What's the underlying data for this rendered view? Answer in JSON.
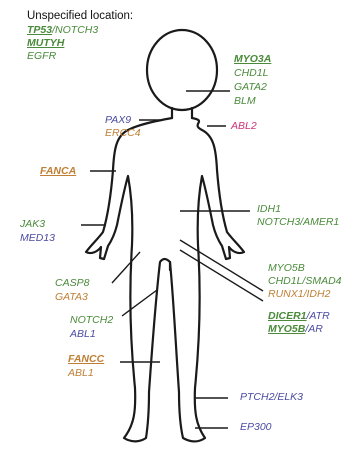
{
  "header": "Unspecified location:",
  "colors": {
    "green": "#4a8a3a",
    "blue": "#4a4aa2",
    "orange": "#bf7f34",
    "magenta": "#cc3377",
    "line": "#1a1a1a"
  },
  "labels": {
    "tp53": "TP53",
    "notch3_slash": "/NOTCH3",
    "mutyh": "MUTYH",
    "egfr": "EGFR",
    "myo3a": "MYO3A",
    "chd1l": "CHD1L",
    "gata2": "GATA2",
    "blm": "BLM",
    "pax9": "PAX9",
    "ercc4": "ERCC4",
    "abl2": "ABL2",
    "fanca": "FANCA",
    "idh1": "IDH1",
    "notch3_amer1": "NOTCH3/AMER1",
    "jak3": "JAK3",
    "med13": "MED13",
    "myo5b_1": "MYO5B",
    "chd1l_smad4": "CHD1L/SMAD4",
    "runx1_idh2": "RUNX1/IDH2",
    "casp8": "CASP8",
    "gata3": "GATA3",
    "notch2": "NOTCH2",
    "abl1_1": "ABL1",
    "dicer1": "DICER1",
    "atr_slash": "/ATR",
    "myo5b_2": "MYO5B",
    "ar_slash": "/AR",
    "fancc": "FANCC",
    "abl1_2": "ABL1",
    "ptch2_elk3": "PTCH2/ELK3",
    "ep300": "EP300"
  }
}
